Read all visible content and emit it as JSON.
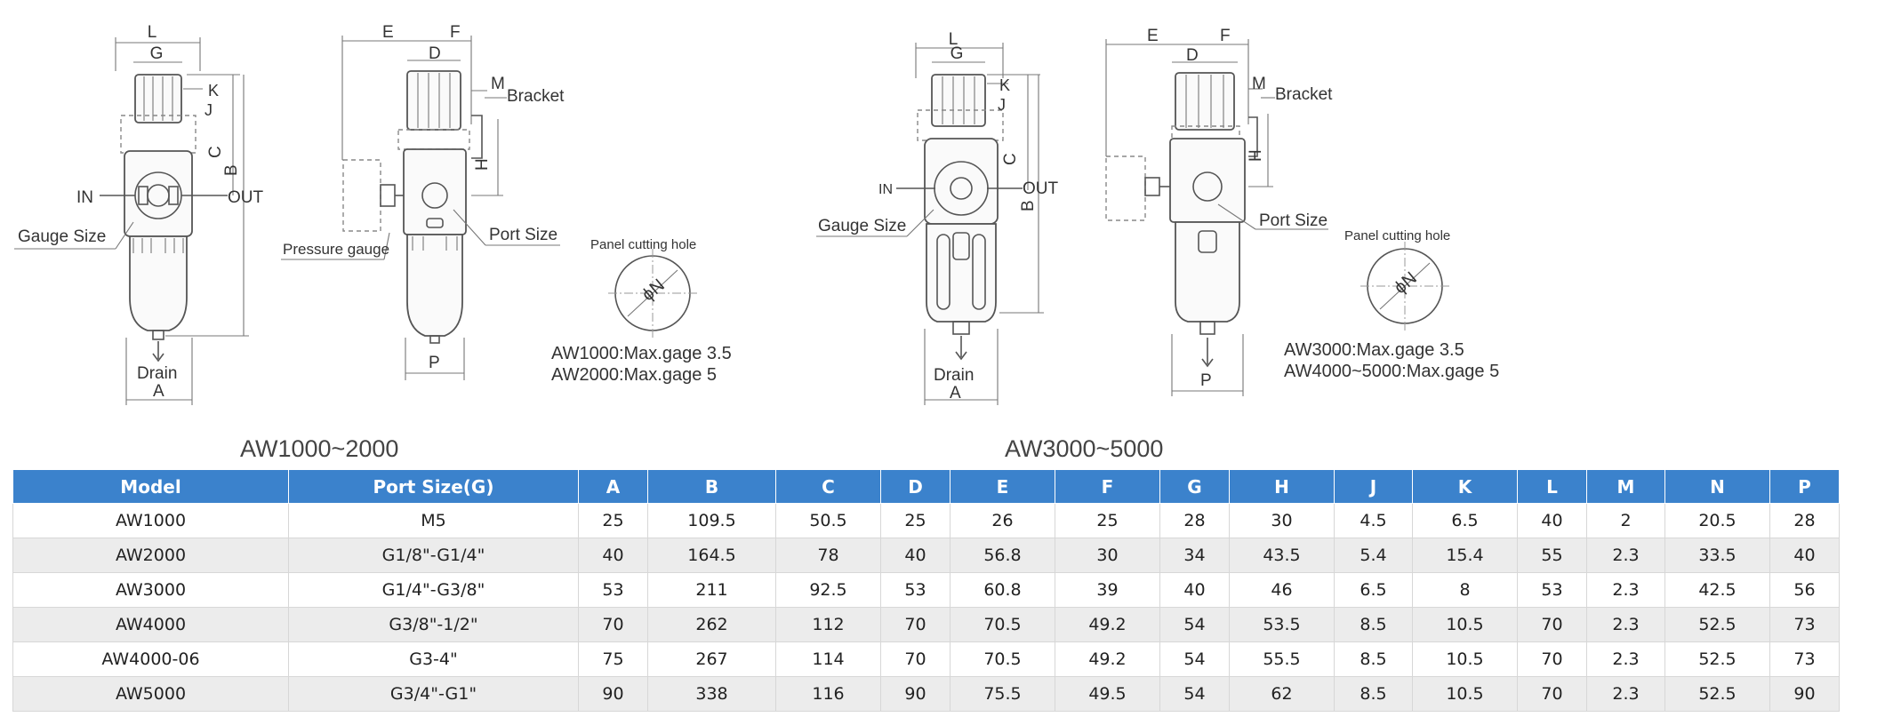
{
  "left": {
    "title": "AW1000~2000",
    "front": {
      "L": "L",
      "G": "G",
      "K": "K",
      "J": "J",
      "C": "C",
      "B": "B",
      "in": "IN",
      "out": "OUT",
      "gauge": "Gauge Size",
      "drain": "Drain",
      "A": "A"
    },
    "side": {
      "E": "E",
      "F": "F",
      "D": "D",
      "M": "M",
      "bracket": "Bracket",
      "H": "H",
      "pressure_gauge": "Pressure gauge",
      "port_size": "Port Size",
      "P": "P"
    },
    "panel": {
      "label": "Panel cutting hole",
      "N": "ϕN",
      "note1": "AW1000:Max.gage 3.5",
      "note2": "AW2000:Max.gage  5"
    }
  },
  "right": {
    "title": "AW3000~5000",
    "front": {
      "L": "L",
      "G": "G",
      "K": "K",
      "J": "J",
      "C": "C",
      "B": "B",
      "in": "IN",
      "out": "OUT",
      "gauge": "Gauge Size",
      "drain": "Drain",
      "A": "A"
    },
    "side": {
      "E": "E",
      "F": "F",
      "D": "D",
      "M": "M",
      "bracket": "Bracket",
      "H": "H",
      "port_size": "Port Size",
      "P": "P"
    },
    "panel": {
      "label": "Panel cutting hole",
      "N": "ϕN",
      "note1": "AW3000:Max.gage 3.5",
      "note2": "AW4000~5000:Max.gage  5"
    }
  },
  "table": {
    "headers": [
      "Model",
      "Port Size(G)",
      "A",
      "B",
      "C",
      "D",
      "E",
      "F",
      "G",
      "H",
      "J",
      "K",
      "L",
      "M",
      "N",
      "P"
    ],
    "rows": [
      [
        "AW1000",
        "M5",
        "25",
        "109.5",
        "50.5",
        "25",
        "26",
        "25",
        "28",
        "30",
        "4.5",
        "6.5",
        "40",
        "2",
        "20.5",
        "28"
      ],
      [
        "AW2000",
        "G1/8\"-G1/4\"",
        "40",
        "164.5",
        "78",
        "40",
        "56.8",
        "30",
        "34",
        "43.5",
        "5.4",
        "15.4",
        "55",
        "2.3",
        "33.5",
        "40"
      ],
      [
        "AW3000",
        "G1/4\"-G3/8\"",
        "53",
        "211",
        "92.5",
        "53",
        "60.8",
        "39",
        "40",
        "46",
        "6.5",
        "8",
        "53",
        "2.3",
        "42.5",
        "56"
      ],
      [
        "AW4000",
        "G3/8\"-1/2\"",
        "70",
        "262",
        "112",
        "70",
        "70.5",
        "49.2",
        "54",
        "53.5",
        "8.5",
        "10.5",
        "70",
        "2.3",
        "52.5",
        "73"
      ],
      [
        "AW4000-06",
        "G3-4\"",
        "75",
        "267",
        "114",
        "70",
        "70.5",
        "49.2",
        "54",
        "55.5",
        "8.5",
        "10.5",
        "70",
        "2.3",
        "52.5",
        "73"
      ],
      [
        "AW5000",
        "G3/4\"-G1\"",
        "90",
        "338",
        "116",
        "90",
        "75.5",
        "49.5",
        "54",
        "62",
        "8.5",
        "10.5",
        "70",
        "2.3",
        "52.5",
        "90"
      ]
    ]
  }
}
